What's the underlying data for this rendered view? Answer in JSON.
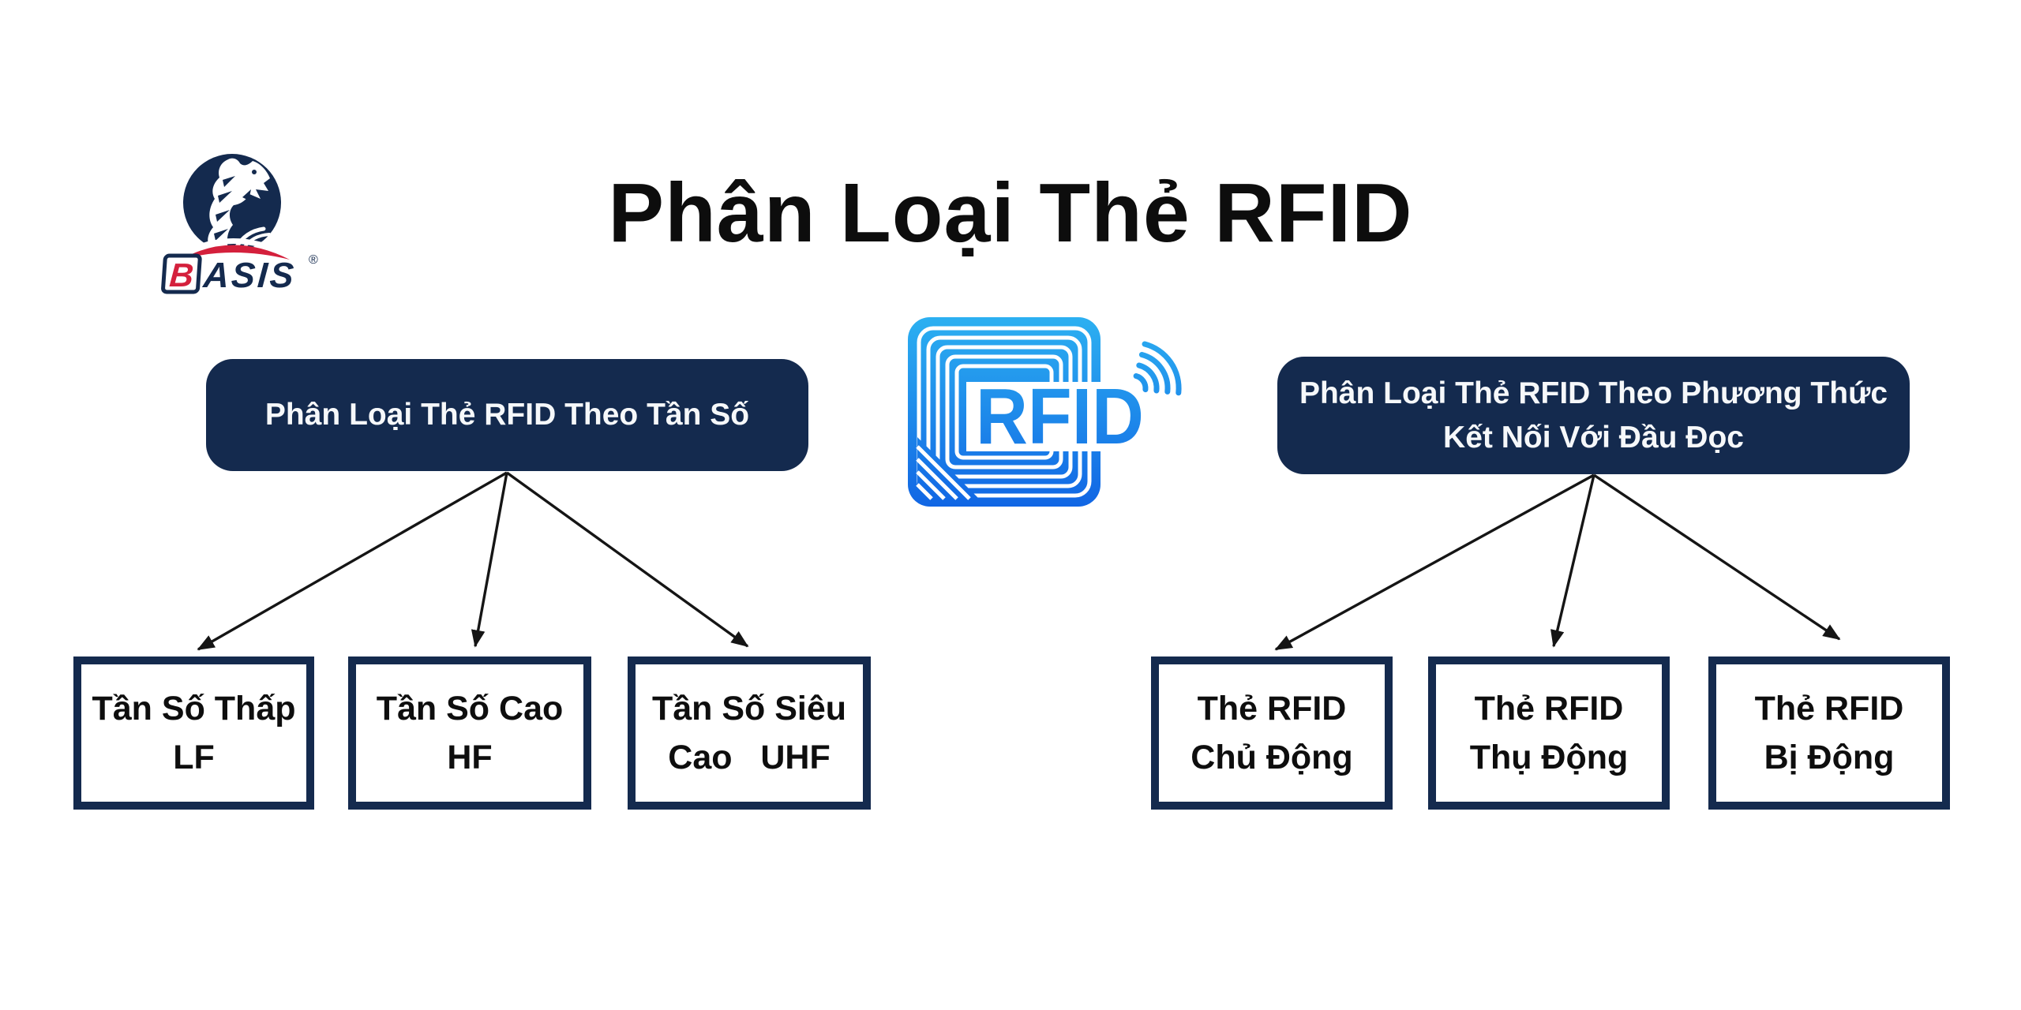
{
  "header": {
    "title": "Phân Loại Thẻ RFID"
  },
  "logo": {
    "letter_b": "B",
    "letters_rest": "ASIS",
    "registered_mark": "®"
  },
  "rfid_tag_icon": {
    "label": "RFID"
  },
  "frequency_branch": {
    "header": "Phân Loại Thẻ RFID Theo Tần Số",
    "children": [
      {
        "line1": "Tần Số Thấp",
        "line2": "LF"
      },
      {
        "line1": "Tần Số Cao",
        "line2": "HF"
      },
      {
        "line1": "Tần Số Siêu",
        "line2": "Cao   UHF"
      }
    ]
  },
  "connection_branch": {
    "header_line1": "Phân Loại Thẻ RFID Theo Phương Thức",
    "header_line2": "Kết Nối Với Đầu Đọc",
    "children": [
      {
        "line1": "Thẻ RFID",
        "line2": "Chủ Động"
      },
      {
        "line1": "Thẻ RFID",
        "line2": "Thụ Động"
      },
      {
        "line1": "Thẻ RFID",
        "line2": "Bị Động"
      }
    ]
  },
  "colors": {
    "navy": "#142a4e",
    "arrow_black": "#151515",
    "icon_blue_light": "#2cb0f1",
    "icon_blue_deep": "#1166e4",
    "logo_red": "#d4203c",
    "header_text": "#f6f8fa"
  }
}
